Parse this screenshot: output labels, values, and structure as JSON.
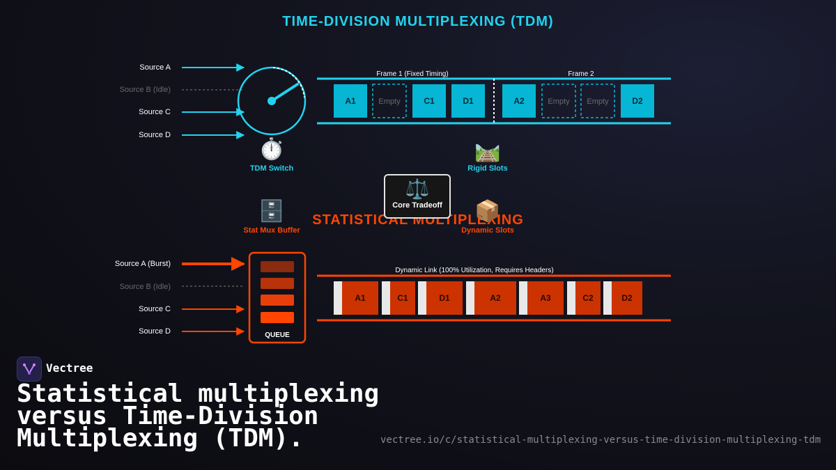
{
  "title": "TIME-DIVISION MULTIPLEXING (TDM)",
  "tdm": {
    "sources": [
      "Source A",
      "Source B (Idle)",
      "Source C",
      "Source D"
    ],
    "switch_label": "TDM Switch",
    "switch_icon": "stopwatch-icon",
    "frame1_label": "Frame 1 (Fixed Timing)",
    "frame2_label": "Frame 2",
    "slots": [
      "A1",
      "Empty",
      "C1",
      "D1",
      "A2",
      "Empty",
      "Empty",
      "D2"
    ],
    "rigid_label": "Rigid Slots",
    "rigid_icon": "railway-track-icon"
  },
  "core": {
    "label": "Core Tradeoff",
    "icon": "balance-scale-icon"
  },
  "stat": {
    "title": "STATISTICAL MULTIPLEXING",
    "sources": [
      "Source A (Burst)",
      "Source B (Idle)",
      "Source C",
      "Source D"
    ],
    "buffer_label": "Stat Mux Buffer",
    "buffer_icon": "file-cabinet-icon",
    "queue_label": "QUEUE",
    "dynamic_label": "Dynamic Slots",
    "dynamic_icon": "package-icon",
    "link_label": "Dynamic Link (100% Utilization, Requires Headers)",
    "packets": [
      "A1",
      "C1",
      "D1",
      "A2",
      "A3",
      "C2",
      "D2"
    ]
  },
  "brand": {
    "name": "Vectree",
    "headline": "Statistical multiplexing versus Time-Division Multiplexing (TDM).",
    "url": "vectree.io/c/statistical-multiplexing-versus-time-division-multiplexing-tdm"
  },
  "colors": {
    "tdm_accent": "#22d3ee",
    "tdm_slot": "#06b6d4",
    "stat_accent": "#ff4500",
    "stat_packet": "#cc3300",
    "header": "#e8e8e8"
  }
}
